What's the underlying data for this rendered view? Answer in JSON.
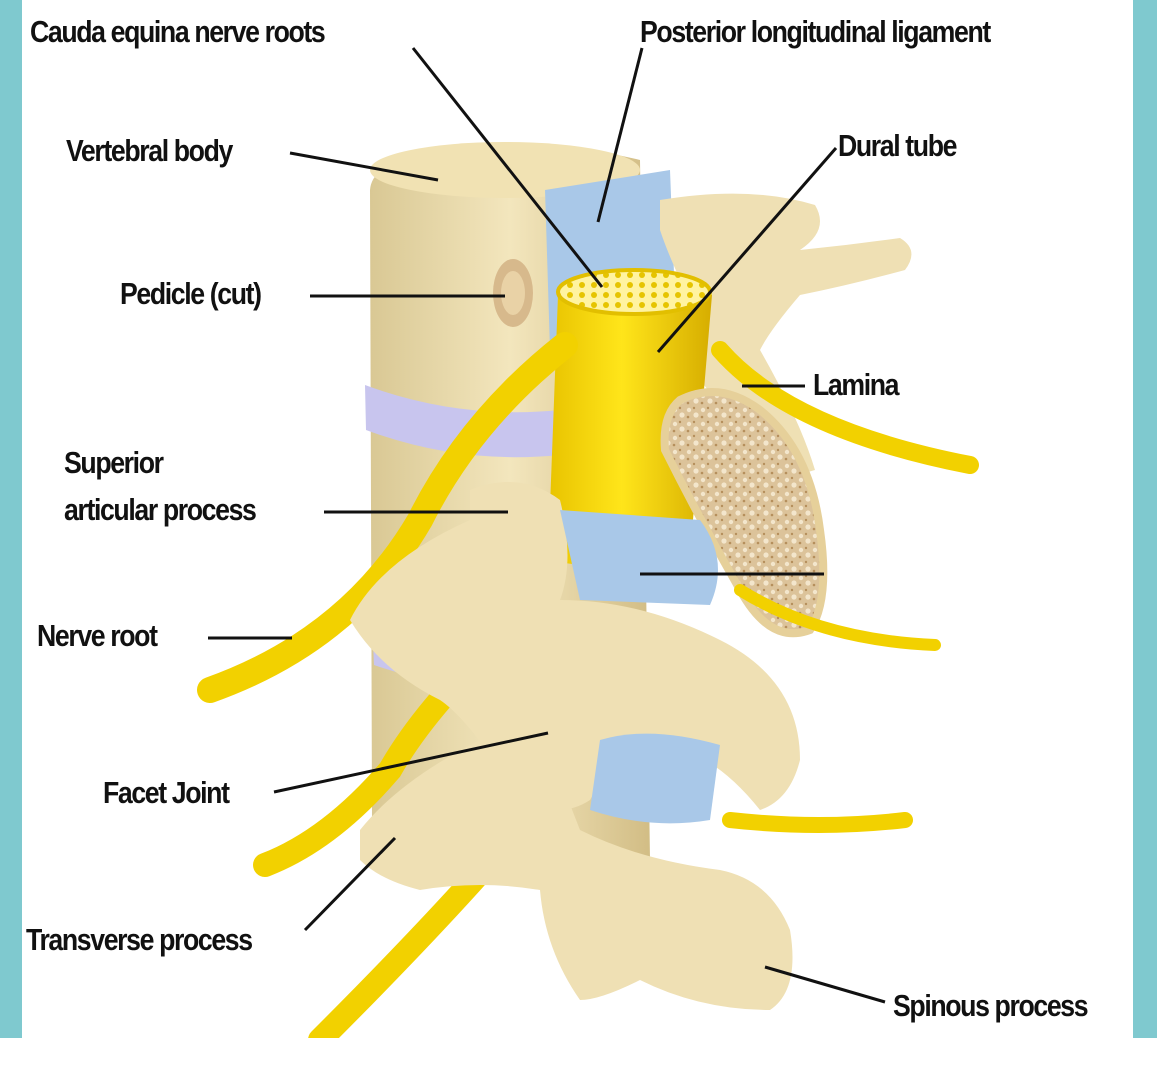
{
  "colors": {
    "frame": "#7fc9cf",
    "bone": "#efe0b4",
    "bone_shadow": "#c9b67f",
    "nerve": "#f2d100",
    "nerve_shadow": "#b89700",
    "ligament": "#a9c8e8",
    "disc": "#c9c6ee",
    "cancellous": "#d7b98c",
    "label_text": "#111111",
    "leader": "#111111"
  },
  "labels": {
    "cauda_equina": "Cauda equina nerve roots",
    "posterior_longitudinal_ligament": "Posterior longitudinal ligament",
    "vertebral_body": "Vertebral body",
    "dural_tube": "Dural tube",
    "pedicle": "Pedicle (cut)",
    "lamina": "Lamina",
    "superior_articular_line1": "Superior",
    "superior_articular_line2": "articular process",
    "nerve_root": "Nerve root",
    "facet_joint": "Facet Joint",
    "transverse_process": "Transverse process",
    "spinous_process": "Spinous process"
  }
}
